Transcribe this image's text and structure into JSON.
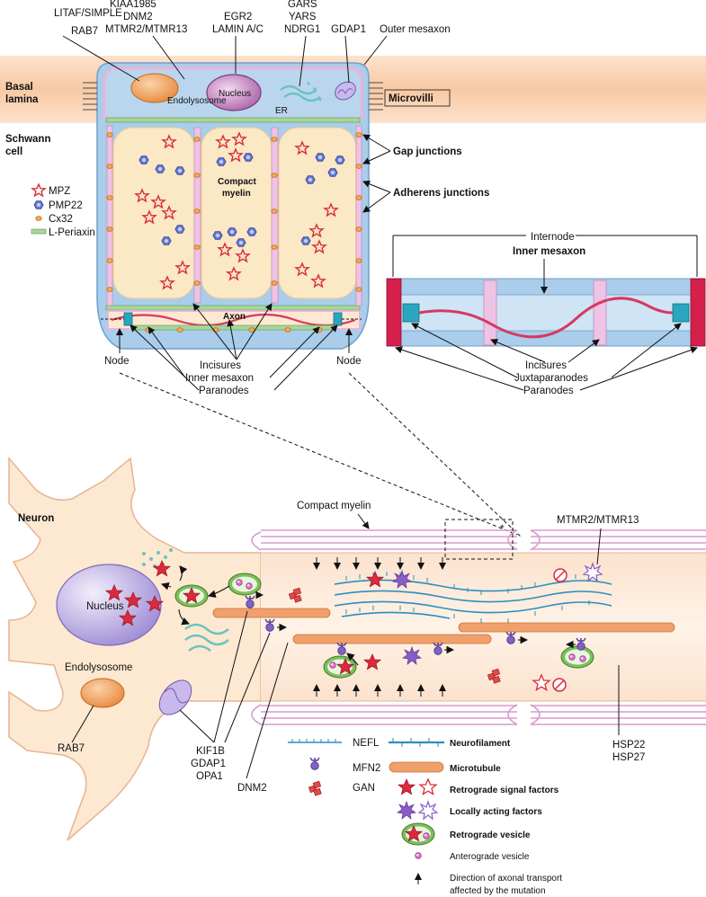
{
  "top_labels": {
    "litaf": "LITAF/SIMPLE",
    "rab7_top": "RAB7",
    "kiaa": "KIAA1985",
    "dnm2_top": "DNM2",
    "mtmr_top": "MTMR2/MTMR13",
    "egr2": "EGR2",
    "lamin": "LAMIN A/C",
    "gars": "GARS",
    "yars": "YARS",
    "ndrg1": "NDRG1",
    "gdap1_top": "GDAP1",
    "outer_mesaxon": "Outer mesaxon"
  },
  "schwann": {
    "basal1": "Basal",
    "basal2": "lamina",
    "schwann1": "Schwann",
    "schwann2": "cell",
    "endolysosome": "Endolysosome",
    "nucleus": "Nucleus",
    "er": "ER",
    "microvilli": "Microvilli",
    "gap_junctions": "Gap junctions",
    "adherens_junctions": "Adherens junctions",
    "compact1": "Compact",
    "compact2": "myelin",
    "axon": "Axon",
    "node_left": "Node",
    "node_right": "Node",
    "incisures": "Incisures",
    "inner_mesaxon": "Inner mesaxon",
    "paranodes": "Paranodes"
  },
  "schwann_legend": {
    "mpz": "MPZ",
    "pmp22": "PMP22",
    "cx32": "Cx32",
    "periaxin": "L-Periaxin"
  },
  "internode": {
    "internode": "Internode",
    "inner_mesaxon": "Inner mesaxon",
    "incisures": "Incisures",
    "juxtaparanodes": "Juxtaparanodes",
    "paranodes": "Paranodes"
  },
  "neuron": {
    "neuron": "Neuron",
    "nucleus": "Nucleus",
    "endolysosome": "Endolysosome",
    "rab7": "RAB7",
    "compact_myelin": "Compact myelin",
    "asterisk": "*",
    "mtmr": "MTMR2/MTMR13",
    "hsp22": "HSP22",
    "hsp27": "HSP27",
    "kif1b": "KIF1B",
    "gdap1": "GDAP1",
    "opa1": "OPA1",
    "dnm2": "DNM2"
  },
  "legend": {
    "nefl": "NEFL",
    "neurofilament": "Neurofilament",
    "mfn2": "MFN2",
    "microtubule": "Microtubule",
    "gan": "GAN",
    "retrograde_signal": "Retrograde signal factors",
    "locally_acting": "Locally acting factors",
    "retrograde_vesicle": "Retrograde vesicle",
    "anterograde_vesicle": "Anterograde vesicle",
    "direction1": "Direction of axonal transport",
    "direction2": "affected by the mutation"
  },
  "colors": {
    "myelin_pink": "#e9b4dd",
    "cytoplasm_blue": "#a9cdea",
    "compact_yellow": "#fbe8c4",
    "axon_peach": "#fde8d2",
    "star_red": "#d92b3c",
    "hex_blue": "#5d6fc4",
    "microtubule": "#f0a06a",
    "neurofilament": "#2a8fc0",
    "vesicle_green": "#7dbf5a",
    "nucleus_purple": "#b9a6e0",
    "node_red": "#d4204a",
    "juxta_teal": "#2aa7bf"
  }
}
